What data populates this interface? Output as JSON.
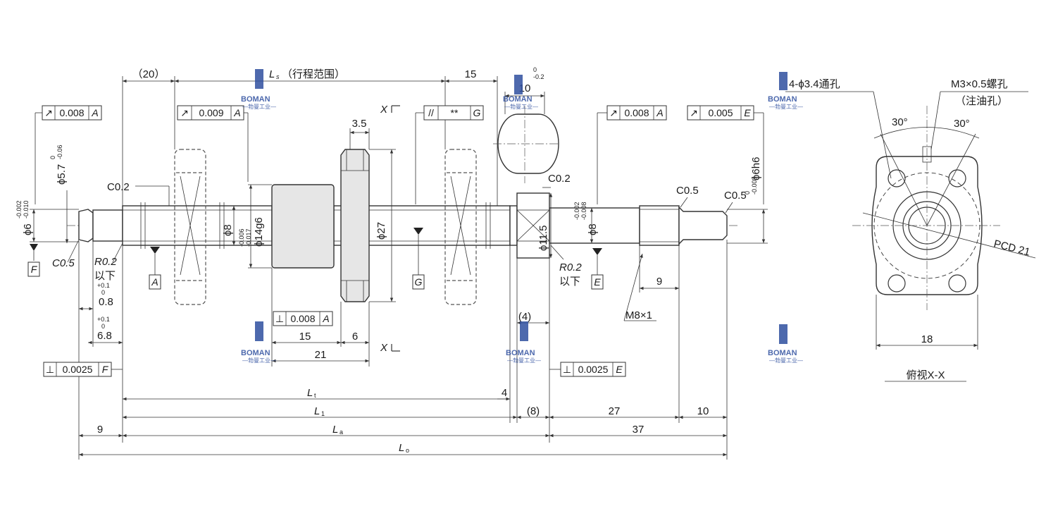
{
  "labels": {
    "stroke_range": "（行程范围）",
    "ls": "L",
    "ls_sub": "s",
    "lt": "L",
    "lt_sub": "t",
    "l1": "L",
    "l1_sub": "1",
    "la": "L",
    "la_sub": "a",
    "lo": "L",
    "lo_sub": "o",
    "view_title": "俯视X-X",
    "section_x_top": "X",
    "section_x_bottom": "X"
  },
  "frames": {
    "runout_left": {
      "tol": "0.008",
      "ref": "A"
    },
    "runout_support": {
      "tol": "0.009",
      "ref": "A"
    },
    "parallel_nut": {
      "tol": "**",
      "ref": "G"
    },
    "runout_right": {
      "tol": "0.008",
      "ref": "A"
    },
    "runout_end": {
      "tol": "0.005",
      "ref": "E"
    },
    "perp_flange": {
      "tol": "0.008",
      "ref": "A"
    },
    "perp_left": {
      "tol": "0.0025",
      "ref": "F"
    },
    "perp_right": {
      "tol": "0.0025",
      "ref": "E"
    }
  },
  "datums": {
    "F": "F",
    "A": "A",
    "G": "G",
    "E": "E"
  },
  "dims": {
    "d20": "（20）",
    "d15_top": "15",
    "d10": "10",
    "d10_tol_top": "0",
    "d10_tol_bot": "-0.2",
    "d3_5": "3.5",
    "c0_2_left": "C0.2",
    "c0_2_right": "C0.2",
    "c0_5_mid": "C0.5",
    "c0_5_end": "C0.5",
    "c0_5_left": "C0.5",
    "phi6": "ϕ6",
    "phi6_tol_top": "-0.002",
    "phi6_tol_bot": "-0.010",
    "phi5_7": "ϕ5.7",
    "phi5_7_tol_top": "0",
    "phi5_7_tol_bot": "-0.06",
    "phi8_left": "ϕ8",
    "phi14g6": "ϕ14g6",
    "phi14g6_tol_top": "-0.006",
    "phi14g6_tol_bot": "-0.017",
    "phi27": "ϕ27",
    "phi11_5": "ϕ11.5",
    "phi8_right": "ϕ8",
    "phi8_right_tol_top": "-0.002",
    "phi8_right_tol_bot": "-0.008",
    "phi6h6": "ϕ6h6",
    "phi6h6_tol_top": "0",
    "phi6h6_tol_bot": "-0.008",
    "r0_2_left": "R0.2",
    "r0_2_left_note": "以下",
    "r0_2_right": "R0.2",
    "r0_2_right_note": "以下",
    "d0_8": "0.8",
    "d0_8_tol_top": "+0.1",
    "d0_8_tol_bot": "0",
    "d6_8": "6.8",
    "d6_8_tol_top": "+0.1",
    "d6_8_tol_bot": "0",
    "d15_bottom": "15",
    "d6": "6",
    "d21": "21",
    "d4_paren": "(4)",
    "d9_thread": "9",
    "m8": "M8×1",
    "d4": "4",
    "d8_paren": "(8)",
    "d27": "27",
    "d10_end": "10",
    "d37": "37",
    "d9_left": "9",
    "holes": "4-ϕ3.4通孔",
    "oil_hole": "M3×0.5螺孔",
    "oil_note": "（注油孔）",
    "angle_left": "30°",
    "angle_right": "30°",
    "pcd": "PCD 21",
    "d18": "18"
  },
  "watermark": {
    "brand": "BOMAN",
    "sub": "—勃曼工业—"
  }
}
